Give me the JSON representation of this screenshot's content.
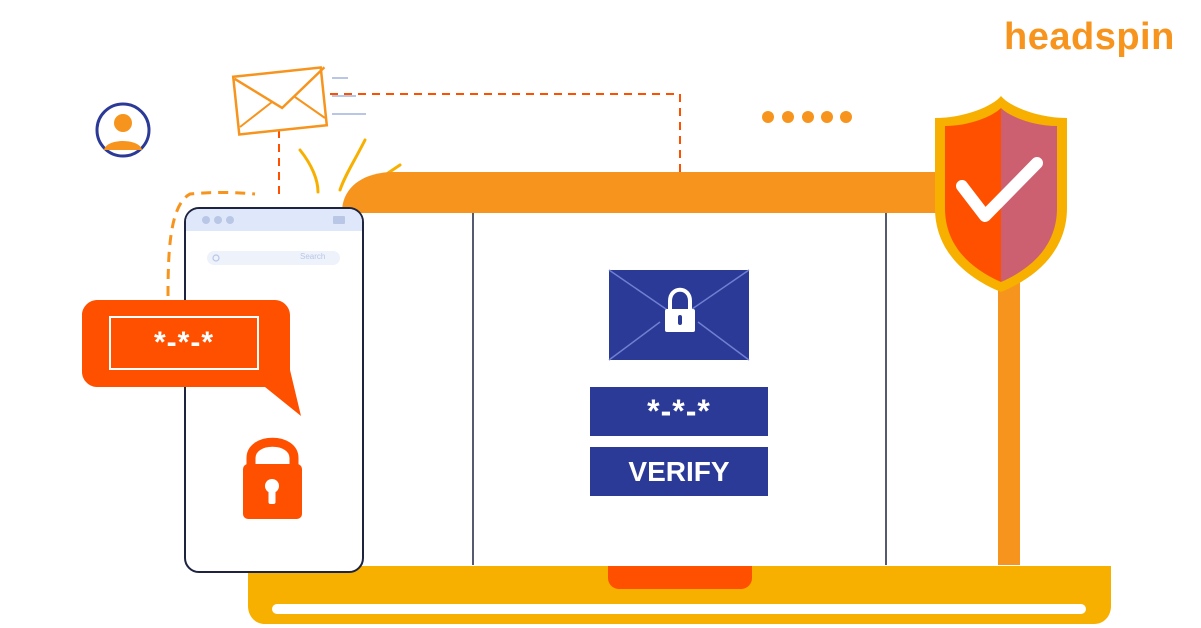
{
  "brand": {
    "name": "headspin"
  },
  "phone": {
    "search_placeholder": "Search",
    "sms_code": "*-*-*"
  },
  "laptop": {
    "code_field": "*-*-*",
    "verify_label": "VERIFY"
  },
  "icons": [
    "user-avatar-icon",
    "envelope-icon",
    "lock-icon",
    "locked-envelope-icon",
    "shield-check-icon",
    "typing-dots-icon"
  ],
  "colors": {
    "orange": "#f7941d",
    "red_orange": "#ff5000",
    "navy": "#2b3a97",
    "shield_pink": "#cc6070"
  }
}
